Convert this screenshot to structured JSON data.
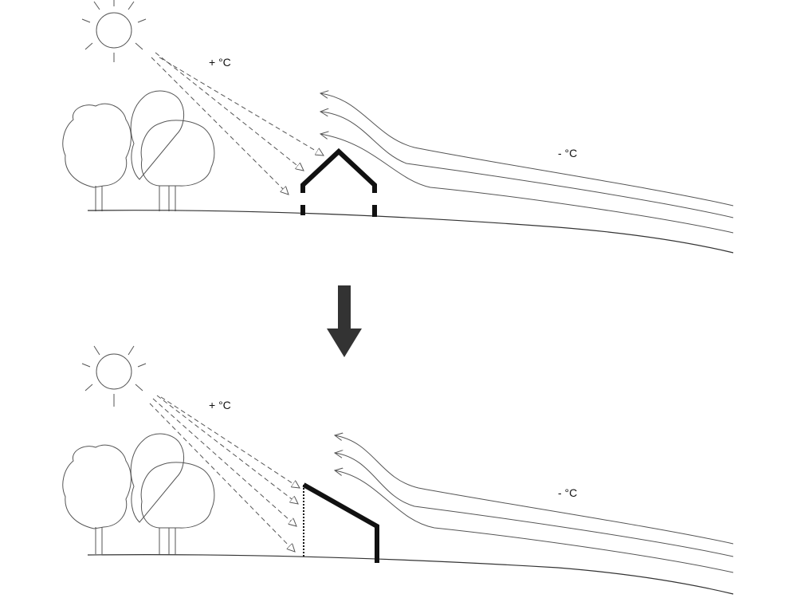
{
  "panels": [
    {
      "warm_label": "+ °C",
      "cold_label": "- °C"
    },
    {
      "warm_label": "+ °C",
      "cold_label": "- °C"
    }
  ],
  "transition_arrow": {
    "color": "#333333"
  },
  "colors": {
    "line": "#555555",
    "house": "#111111"
  }
}
